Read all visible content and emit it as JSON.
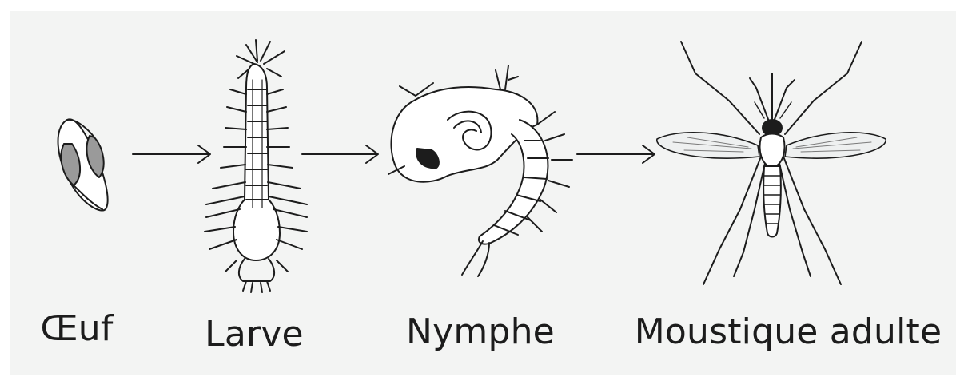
{
  "stages": [
    {
      "id": "egg",
      "label": "Œuf"
    },
    {
      "id": "larva",
      "label": "Larve"
    },
    {
      "id": "pupa",
      "label": "Nymphe"
    },
    {
      "id": "adult",
      "label": "Moustique adulte"
    }
  ],
  "colors": {
    "background": "#f3f4f3",
    "ink": "#1c1c1c",
    "shade": "#9a9a9a",
    "wing": "#eef0f0"
  }
}
